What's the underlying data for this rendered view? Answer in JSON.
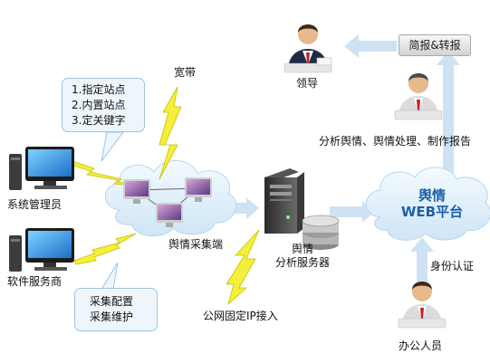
{
  "nodes": {
    "brief_forward": "简报&转报",
    "leader": "领导",
    "analyst_caption": "分析舆情、舆情处理、制作报告",
    "web_platform": [
      "舆情",
      "WEB平台"
    ],
    "identity_auth": "身份认证",
    "office_staff": "办公人员",
    "analysis_server": [
      "舆情",
      "分析服务器"
    ],
    "public_ip": "公网固定IP接入",
    "collector": "舆情采集端",
    "broadband": "宽带",
    "sys_admin": "系统管理员",
    "vendor": "软件服务商"
  },
  "callouts": {
    "site_config": [
      "1.指定站点",
      "2.内置站点",
      "3.定关键字"
    ],
    "collect_ops": [
      "采集配置",
      "采集维护"
    ]
  },
  "colors": {
    "arrow": "#cfe2f3",
    "cloud": "#e6f2fb",
    "lightning": "#e8e000",
    "web_text": "#1d5fa8"
  }
}
